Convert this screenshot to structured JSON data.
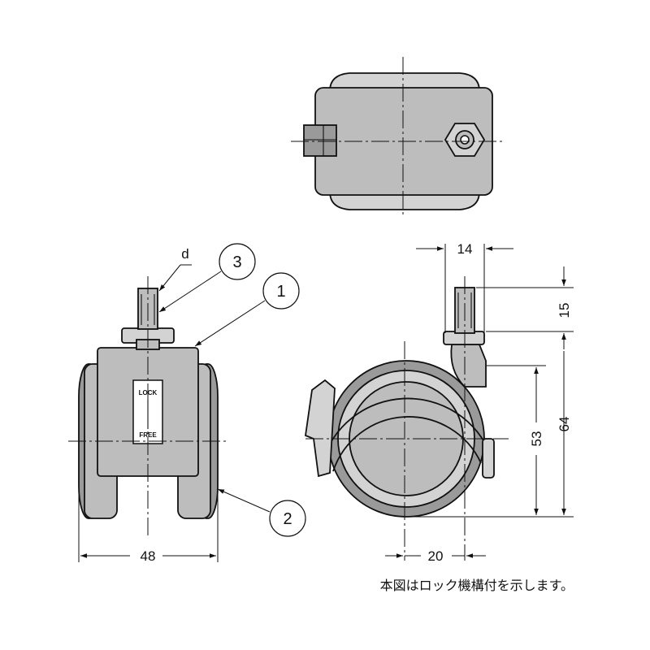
{
  "labels": {
    "d_symbol": "d",
    "lock": "LOCK",
    "free": "FREE",
    "callout_1": "1",
    "callout_2": "2",
    "callout_3": "3"
  },
  "dimensions": {
    "width_48": "48",
    "stem_14": "14",
    "stem_height_15": "15",
    "wheel_53": "53",
    "total_64": "64",
    "offset_20": "20"
  },
  "note": "本図はロック機構付を示します。"
}
